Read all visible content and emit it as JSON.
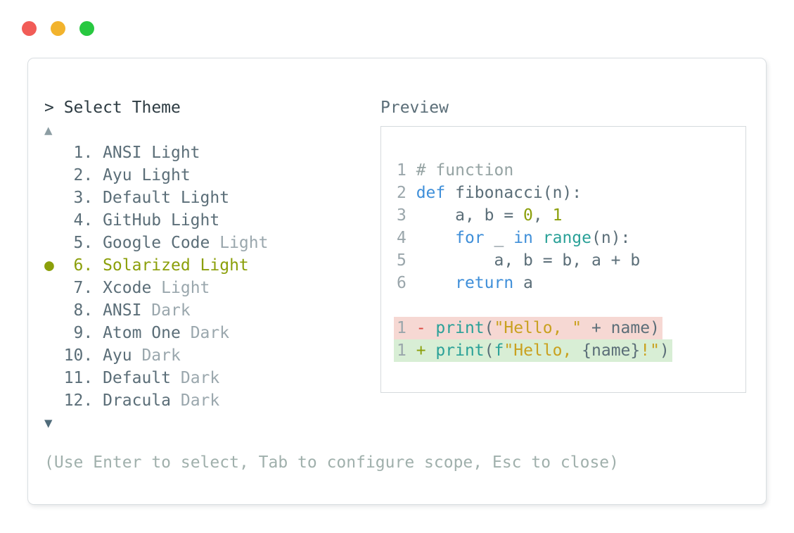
{
  "window": {
    "traffic_lights": [
      {
        "name": "close",
        "color": "#f15c57"
      },
      {
        "name": "minimize",
        "color": "#f2b32d"
      },
      {
        "name": "zoom",
        "color": "#28c840"
      }
    ]
  },
  "dialog": {
    "title": "> Select Theme",
    "scroll_up_icon": "▲",
    "scroll_down_icon": "▼",
    "footer_hint": "(Use Enter to select, Tab to configure scope, Esc to close)",
    "theme_list": {
      "items": [
        {
          "bullet": "",
          "number": "1.",
          "label": "ANSI Light",
          "suffix": "",
          "selected": false
        },
        {
          "bullet": "",
          "number": "2.",
          "label": "Ayu Light",
          "suffix": "",
          "selected": false
        },
        {
          "bullet": "",
          "number": "3.",
          "label": "Default Light",
          "suffix": "",
          "selected": false
        },
        {
          "bullet": "",
          "number": "4.",
          "label": "GitHub Light",
          "suffix": "",
          "selected": false
        },
        {
          "bullet": "",
          "number": "5.",
          "label": "Google Code",
          "suffix": "Light",
          "selected": false
        },
        {
          "bullet": "●",
          "number": "6.",
          "label": "Solarized Light",
          "suffix": "",
          "selected": true
        },
        {
          "bullet": "",
          "number": "7.",
          "label": "Xcode",
          "suffix": "Light",
          "selected": false
        },
        {
          "bullet": "",
          "number": "8.",
          "label": "ANSI",
          "suffix": "Dark",
          "selected": false
        },
        {
          "bullet": "",
          "number": "9.",
          "label": "Atom One",
          "suffix": "Dark",
          "selected": false
        },
        {
          "bullet": "",
          "number": "10.",
          "label": "Ayu",
          "suffix": "Dark",
          "selected": false
        },
        {
          "bullet": "",
          "number": "11.",
          "label": "Default",
          "suffix": "Dark",
          "selected": false
        },
        {
          "bullet": "",
          "number": "12.",
          "label": "Dracula",
          "suffix": "Dark",
          "selected": false
        }
      ]
    },
    "preview": {
      "label": "Preview",
      "code_lines": [
        {
          "tokens": [
            {
              "t": "1 ",
              "c": "lineno"
            },
            {
              "t": "# function",
              "c": "comment"
            }
          ]
        },
        {
          "tokens": [
            {
              "t": "2 ",
              "c": "lineno"
            },
            {
              "t": "def",
              "c": "kw"
            },
            {
              "t": " fibonacci(n):",
              "c": "fg"
            }
          ]
        },
        {
          "tokens": [
            {
              "t": "3 ",
              "c": "lineno"
            },
            {
              "t": "    a, b = ",
              "c": "fg"
            },
            {
              "t": "0",
              "c": "num"
            },
            {
              "t": ", ",
              "c": "fg"
            },
            {
              "t": "1",
              "c": "num"
            }
          ]
        },
        {
          "tokens": [
            {
              "t": "4 ",
              "c": "lineno"
            },
            {
              "t": "    ",
              "c": "fg"
            },
            {
              "t": "for",
              "c": "kw"
            },
            {
              "t": " _ ",
              "c": "fg"
            },
            {
              "t": "in",
              "c": "kw"
            },
            {
              "t": " ",
              "c": "fg"
            },
            {
              "t": "range",
              "c": "fn"
            },
            {
              "t": "(n):",
              "c": "fg"
            }
          ]
        },
        {
          "tokens": [
            {
              "t": "5 ",
              "c": "lineno"
            },
            {
              "t": "        a, b = b, a + b",
              "c": "fg"
            }
          ]
        },
        {
          "tokens": [
            {
              "t": "6 ",
              "c": "lineno"
            },
            {
              "t": "    ",
              "c": "fg"
            },
            {
              "t": "return",
              "c": "kw"
            },
            {
              "t": " a",
              "c": "fg"
            }
          ]
        }
      ],
      "diff_lines": [
        {
          "kind": "removed",
          "tokens": [
            {
              "t": "1 ",
              "c": "lineno"
            },
            {
              "t": "- ",
              "c": "red"
            },
            {
              "t": "print",
              "c": "fn"
            },
            {
              "t": "(",
              "c": "fg"
            },
            {
              "t": "\"Hello, \"",
              "c": "str"
            },
            {
              "t": " + name)",
              "c": "fg"
            }
          ]
        },
        {
          "kind": "added",
          "tokens": [
            {
              "t": "1 ",
              "c": "lineno"
            },
            {
              "t": "+ ",
              "c": "green"
            },
            {
              "t": "print",
              "c": "fn"
            },
            {
              "t": "(",
              "c": "fg"
            },
            {
              "t": "f",
              "c": "fn"
            },
            {
              "t": "\"Hello, ",
              "c": "str"
            },
            {
              "t": "{name}",
              "c": "fg"
            },
            {
              "t": "!\"",
              "c": "str"
            },
            {
              "t": ")",
              "c": "fg"
            }
          ]
        }
      ]
    }
  },
  "colors": {
    "close_red": "#f15c57",
    "minimize_yellow": "#f2b32d",
    "zoom_green": "#28c840",
    "panel_border": "#d9dee1",
    "preview_border": "#d5dadd",
    "text_dark": "#2d3b42",
    "text_primary": "#5b6e78",
    "text_dim": "#9aa7ad",
    "accent_selected": "#8b9f0a",
    "scroll_up": "#8c9da3",
    "scroll_down": "#4f6b7a",
    "line_number": "#9aa6ab",
    "comment_gray": "#95a3a3",
    "keyword_blue": "#3f8fd9",
    "function_teal": "#2aa198",
    "number_olive": "#8b9f0a",
    "string_gold": "#c9a11f",
    "minus_red": "#dc4840",
    "plus_green": "#8b9f0a",
    "diff_removed_bg": "#f6d8d3",
    "diff_added_bg": "#d8eed5",
    "footer_gray": "#a0b0ac"
  }
}
